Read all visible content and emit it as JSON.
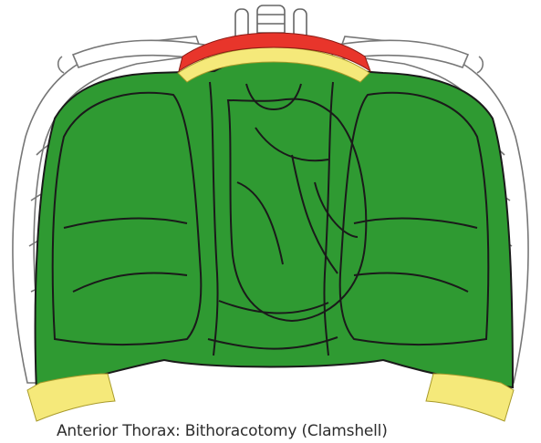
{
  "caption": "Anterior Thorax: Bithoracotomy (Clamshell)",
  "colors": {
    "exposed": "#2f9a32",
    "partial": "#f5e97a",
    "limited": "#e8352b",
    "outline": "#1a1a1a"
  },
  "icons": [
    "thorax-diagram",
    "heart-outline",
    "left-lung-outline",
    "right-lung-outline",
    "trachea-outline",
    "rib-cage-outline"
  ]
}
